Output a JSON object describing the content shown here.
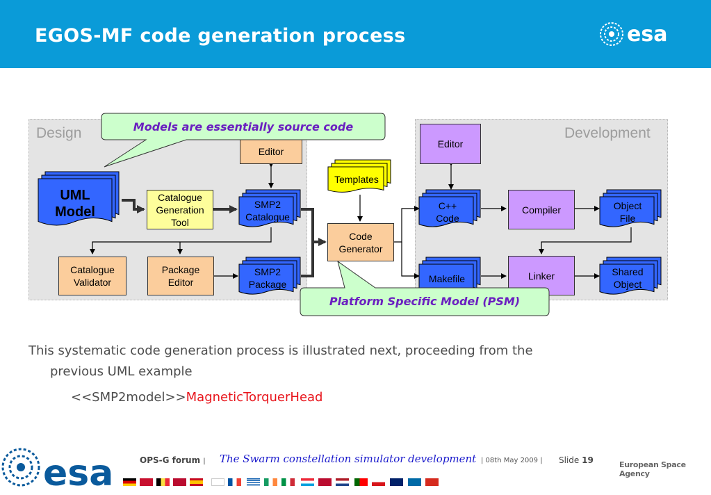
{
  "header": {
    "title": "EGOS-MF code generation process",
    "logo_text": "esa"
  },
  "diagram": {
    "design_label": "Design",
    "development_label": "Development",
    "callout_top": "Models are essentially source code",
    "callout_bottom": "Platform Specific Model (PSM)",
    "uml_model": "UML\nModel",
    "catalogue_generation_tool": "Catalogue\nGeneration\nTool",
    "smp2_catalogue": "SMP2\nCatalogue",
    "catalogue_editor": "Editor",
    "catalogue_validator": "Catalogue\nValidator",
    "package_editor": "Package\nEditor",
    "smp2_package": "SMP2\nPackage",
    "templates": "Templates",
    "code_generator": "Code\nGenerator",
    "dev_editor": "Editor",
    "cpp_code": "C++\nCode",
    "makefile": "Makefile",
    "compiler": "Compiler",
    "linker": "Linker",
    "object_file": "Object\nFile",
    "shared_object": "Shared\nObject"
  },
  "body": {
    "line1": "This systematic code generation process is illustrated next, proceeding from the",
    "line2": "previous UML example",
    "stereotype": "<<SMP2model>>",
    "class_name": "MagneticTorquerHead"
  },
  "footer": {
    "logo_text": "esa",
    "forum": "OPS-G forum",
    "sep1": "|",
    "talk_title": "The Swarm constellation simulator development",
    "date": "| 08th May 2009 |",
    "slide_label": "Slide",
    "slide_number": "19",
    "agency": "European Space Agency"
  },
  "colors": {
    "header_bg": "#0a9bd8",
    "doc_blue": "#3366ff",
    "callout_green": "#ccffcc",
    "callout_text": "#6a1fc0",
    "class_name_red": "#e8141b"
  }
}
